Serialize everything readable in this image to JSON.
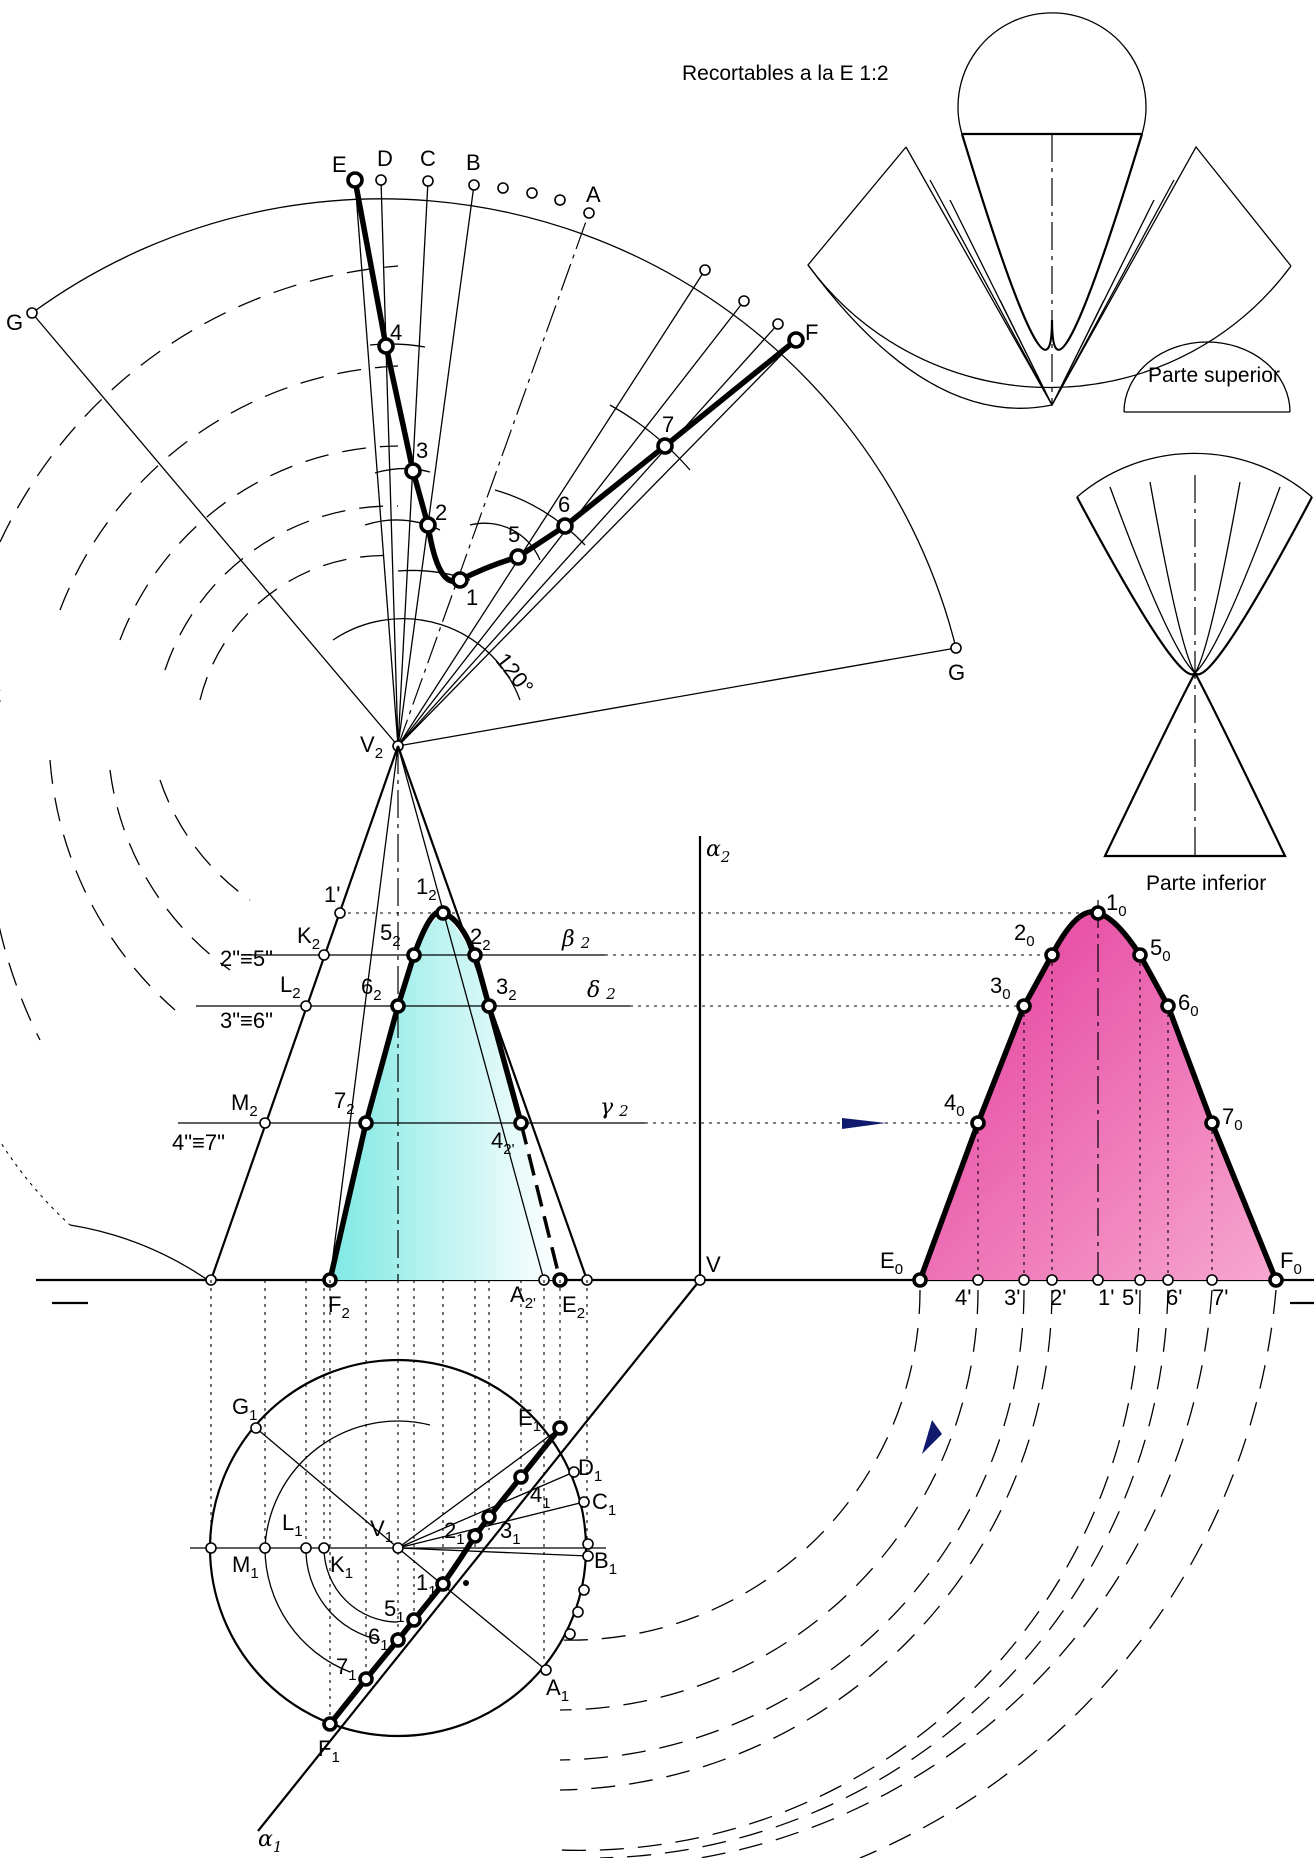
{
  "annotations": {
    "title": "Recortables a la E 1:2",
    "part_top": "Parte superior",
    "part_bottom": "Parte inferior",
    "angle": "120°"
  },
  "development_labels": {
    "E": "E",
    "D": "D",
    "C": "C",
    "B": "B",
    "A": "A",
    "F": "F",
    "G_left": "G",
    "G_right": "G",
    "p1": "1",
    "p2": "2",
    "p3": "3",
    "p4": "4",
    "p5": "5",
    "p6": "6",
    "p7": "7"
  },
  "elevation_labels": {
    "V2": "V",
    "V2_sub": "2",
    "alpha2": "α",
    "alpha2_sub": "2",
    "beta2": "β",
    "beta2_sub": "2",
    "delta2": "δ",
    "delta2_sub": "2",
    "gamma2": "γ",
    "gamma2_sub": "2",
    "one_prime": "1'",
    "K2": "K",
    "K2_sub": "2",
    "L2": "L",
    "L2_sub": "2",
    "M2": "M",
    "M2_sub": "2",
    "eq25": "2\"≡5\"",
    "eq36": "3\"≡6\"",
    "eq47": "4\"≡7\"",
    "n1": "1",
    "n1_sub": "2",
    "n2": "2",
    "n2_sub": "2",
    "n3": "3",
    "n3_sub": "2",
    "n4": "4",
    "n4_sub": "2'",
    "n5": "5",
    "n5_sub": "2",
    "n6": "6",
    "n6_sub": "2",
    "n7": "7",
    "n7_sub": "2",
    "F2": "F",
    "F2_sub": "2",
    "E2": "E",
    "E2_sub": "2",
    "A2": "A",
    "A2_sub": "2'",
    "V": "V"
  },
  "true_shape_labels": {
    "E0": "E",
    "E0_sub": "0",
    "F0": "F",
    "F0_sub": "0",
    "n1": "1",
    "n1_sub": "0",
    "n2": "2",
    "n2_sub": "0",
    "n3": "3",
    "n3_sub": "0",
    "n4": "4",
    "n4_sub": "0",
    "n5": "5",
    "n5_sub": "0",
    "n6": "6",
    "n6_sub": "0",
    "n7": "7",
    "n7_sub": "0",
    "b4": "4'",
    "b3": "3'",
    "b2": "2'",
    "b1": "1'",
    "b5": "5'",
    "b6": "6'",
    "b7": "7'"
  },
  "plan_labels": {
    "G1": "G",
    "G1_sub": "1",
    "E1": "E",
    "E1_sub": "1",
    "D1": "D",
    "D1_sub": "1",
    "C1": "C",
    "C1_sub": "1",
    "B1": "B",
    "B1_sub": "1",
    "A1": "A",
    "A1_sub": "1",
    "F1": "F",
    "F1_sub": "1",
    "V1": "V",
    "V1_sub": "1",
    "L1": "L",
    "L1_sub": "1",
    "M1": "M",
    "M1_sub": "1",
    "K1": "K",
    "K1_sub": "1",
    "n1": "1",
    "n1_sub": "1",
    "n2": "2",
    "n2_sub": "1",
    "n3": "3",
    "n3_sub": "1",
    "n4": "4",
    "n4_sub": "1",
    "n5": "5",
    "n5_sub": "1",
    "n6": "6",
    "n6_sub": "1",
    "n7": "7",
    "n7_sub": "1",
    "alpha1": "α",
    "alpha1_sub": "1"
  },
  "colors": {
    "section_fill_cyan": "#b9f2ef",
    "true_shape_fill_magenta": "#e8479b",
    "marker_navy": "#101a6e"
  }
}
